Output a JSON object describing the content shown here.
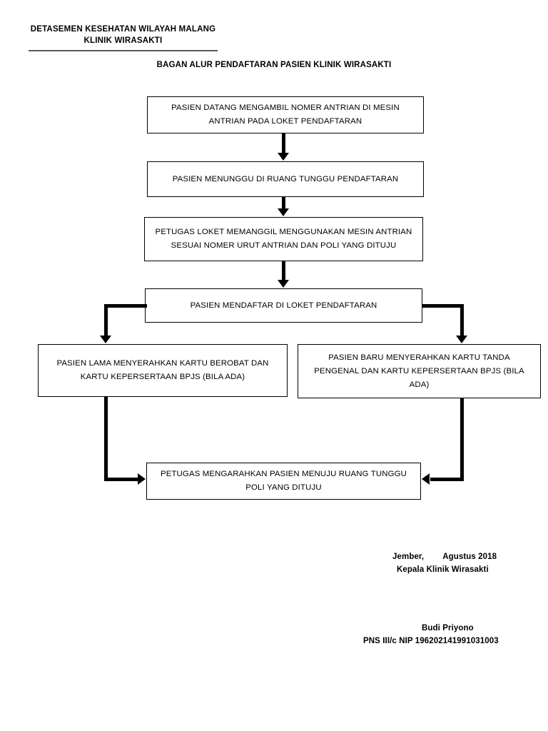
{
  "letterhead": {
    "line1": "DETASEMEN KESEHATAN WILAYAH MALANG",
    "line2": "KLINIK WIRASAKTI"
  },
  "chart_title": "BAGAN ALUR PENDAFTARAN PASIEN KLINIK WIRASAKTI",
  "flowchart": {
    "type": "flowchart",
    "orientation": "top-to-bottom",
    "nodes": [
      {
        "id": "n1",
        "label": "PASIEN DATANG MENGAMBIL NOMER ANTRIAN  DI MESIN ANTRIAN PADA LOKET PENDAFTARAN"
      },
      {
        "id": "n2",
        "label": "PASIEN MENUNGGU DI RUANG TUNGGU PENDAFTARAN"
      },
      {
        "id": "n3",
        "label": "PETUGAS LOKET MEMANGGIL MENGGUNAKAN MESIN ANTRIAN SESUAI NOMER URUT ANTRIAN DAN POLI YANG DITUJU"
      },
      {
        "id": "n4",
        "label": "PASIEN MENDAFTAR DI LOKET PENDAFTARAN"
      },
      {
        "id": "n5",
        "label": "PASIEN LAMA MENYERAHKAN KARTU BEROBAT DAN KARTU KEPERSERTAAN BPJS (BILA ADA)"
      },
      {
        "id": "n6",
        "label": "PASIEN BARU MENYERAHKAN KARTU TANDA PENGENAL DAN KARTU KEPERSERTAAN BPJS (BILA ADA)"
      },
      {
        "id": "n7",
        "label": "PETUGAS MENGARAHKAN PASIEN MENUJU RUANG TUNGGU POLI YANG DITUJU"
      }
    ],
    "edges": [
      {
        "from": "n1",
        "to": "n2",
        "style": "straight-down"
      },
      {
        "from": "n2",
        "to": "n3",
        "style": "straight-down"
      },
      {
        "from": "n3",
        "to": "n4",
        "style": "straight-down"
      },
      {
        "from": "n4",
        "to": "n5",
        "style": "elbow-left-down"
      },
      {
        "from": "n4",
        "to": "n6",
        "style": "elbow-right-down"
      },
      {
        "from": "n5",
        "to": "n7",
        "style": "elbow-down-right"
      },
      {
        "from": "n6",
        "to": "n7",
        "style": "elbow-down-left"
      }
    ],
    "line_color": "#000000",
    "box_border_color": "#000000",
    "box_fill": "#ffffff"
  },
  "signature": {
    "place": "Jember,",
    "date": "Agustus 2018",
    "role": "Kepala Klinik Wirasakti",
    "name": "Budi Priyono",
    "rank_nip": "PNS III/c NIP 196202141991031003"
  }
}
